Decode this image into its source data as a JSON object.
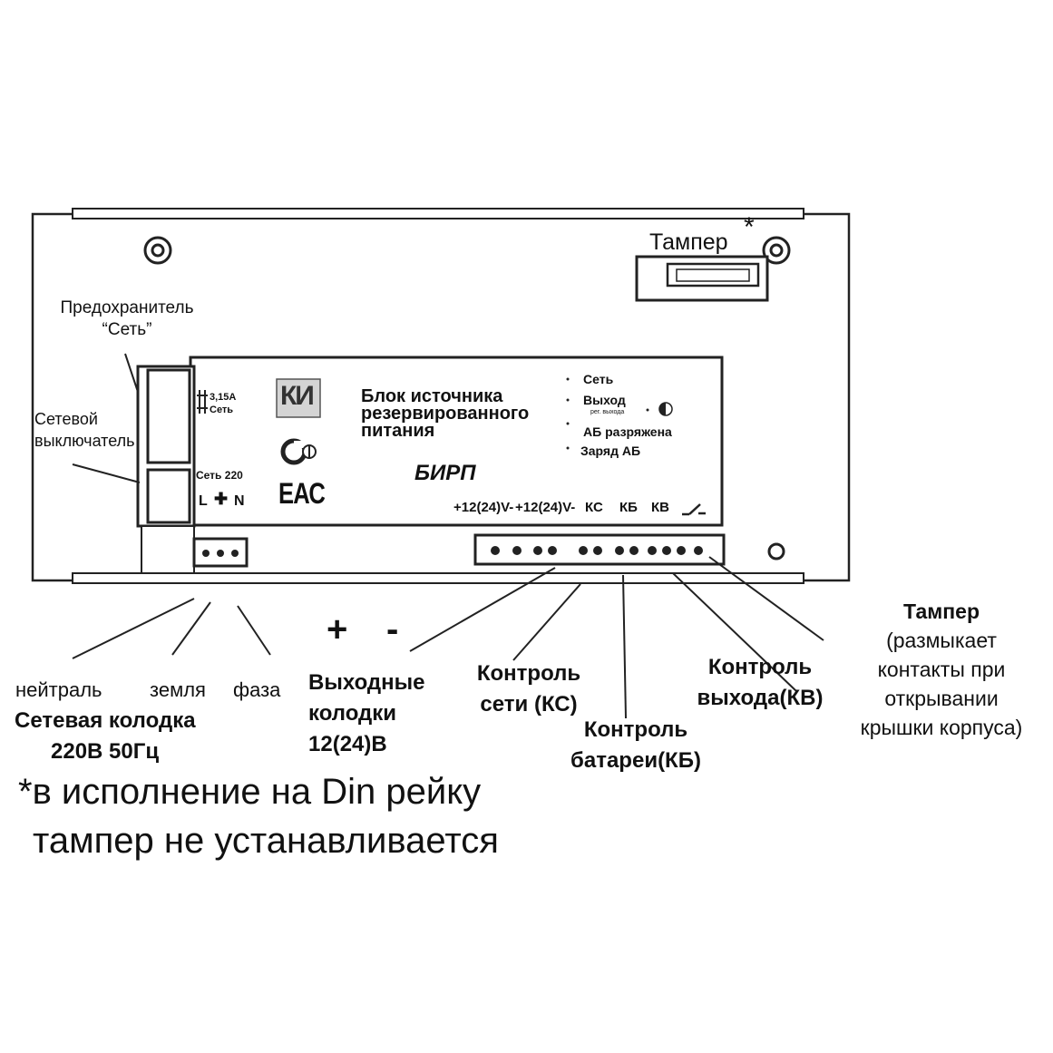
{
  "tamper_top_label": "Тампер",
  "tamper_asterisk": "*",
  "fuse_callout": [
    "Предохранитель",
    "“Сеть”"
  ],
  "switch_callout": [
    "Сетевой",
    "выключатель"
  ],
  "panel": {
    "fuse_rating": "3,15А",
    "fuse_name": "Сеть",
    "mains_label": "Сеть 220",
    "mains_pins": "L",
    "mains_pin_n": "N",
    "title_lines": [
      "Блок источника",
      "резервированного",
      "питания"
    ],
    "model": "БИРП",
    "indicators": [
      "Сеть",
      "Выход",
      "рег. выхода",
      "АБ разряжена",
      "Заряд АБ"
    ],
    "terminal_labels": [
      "+12(24)V-",
      "+12(24)V-",
      "КС",
      "КБ",
      "КВ"
    ],
    "logo_text": "КИ",
    "eac_mark": "ЕАС"
  },
  "bottom_labels": {
    "neutral": "нейтраль",
    "ground": "земля",
    "phase": "фаза",
    "mains_block": [
      "Сетевая колодка",
      "220В 50Гц"
    ],
    "plus": "+",
    "minus": "-",
    "output_blocks": [
      "Выходные",
      "колодки",
      "12(24)В"
    ],
    "network_control": [
      "Контроль",
      "сети (КС)"
    ],
    "battery_control": [
      "Контроль",
      "батареи(КБ)"
    ],
    "output_control": [
      "Контроль",
      "выхода(КВ)"
    ],
    "tamper_title": "Тампер",
    "tamper_desc": [
      "(размыкает",
      "контакты при",
      "открывании",
      "крышки корпуса)"
    ]
  },
  "footnote": [
    "*в исполнение на Din рейку",
    "тампер не устанавливается"
  ]
}
